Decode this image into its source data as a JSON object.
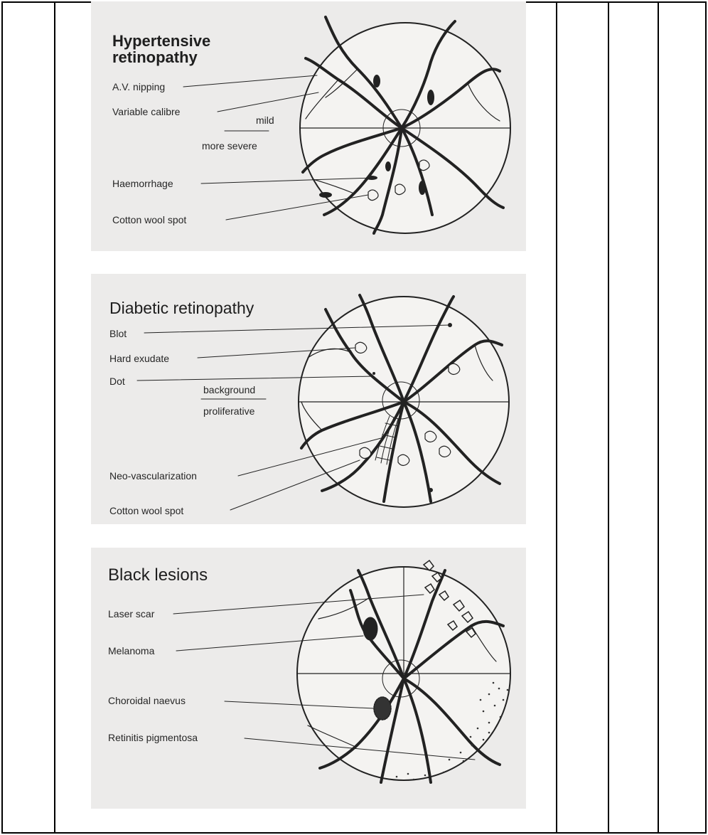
{
  "colors": {
    "page_background": "#ffffff",
    "table_border": "#000000",
    "scan_paper": "#ecebea",
    "ink": "#1e1e1e"
  },
  "panels": [
    {
      "title": "Hypertensive\nretinopathy",
      "labels": [
        "A.V. nipping",
        "Variable calibre",
        "mild",
        "more severe",
        "Haemorrhage",
        "Cotton wool spot"
      ]
    },
    {
      "title": "Diabetic retinopathy",
      "labels": [
        "Blot",
        "Hard exudate",
        "Dot",
        "background",
        "proliferative",
        "Neo-vascularization",
        "Cotton wool spot"
      ]
    },
    {
      "title": "Black lesions",
      "labels": [
        "Laser scar",
        "Melanoma",
        "Choroidal naevus",
        "Retinitis pigmentosa"
      ]
    }
  ]
}
